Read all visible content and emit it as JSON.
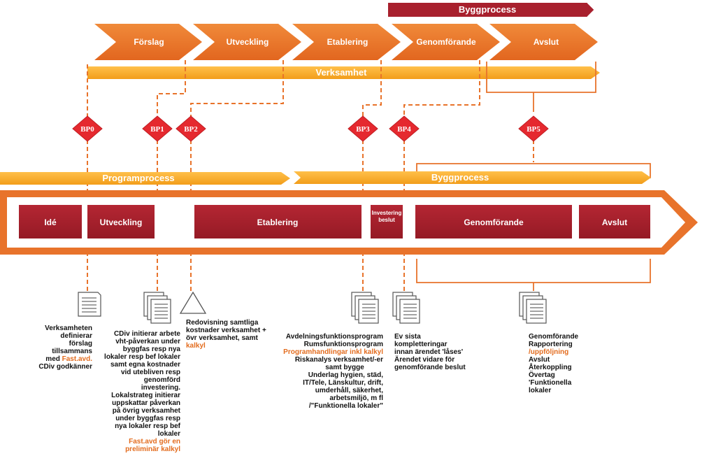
{
  "top_banner": {
    "label": "Byggprocess"
  },
  "phases": [
    "Förslag",
    "Utveckling",
    "Etablering",
    "Genomförande",
    "Avslut"
  ],
  "verksamhet_label": "Verksamhet",
  "decision_points": [
    "BP0",
    "BP1",
    "BP2",
    "BP3",
    "BP4",
    "BP5"
  ],
  "program_label": "Programprocess",
  "bygg_label": "Byggprocess",
  "main_boxes": [
    "Idé",
    "Utveckling",
    "Etablering",
    "Investering beslut",
    "Genomförande",
    "Avslut"
  ],
  "notes": {
    "n0": [
      "Verksamheten",
      "definierar",
      "förslag",
      "tillsammans",
      "med ",
      "Fast.avd.",
      "CDiv godkänner"
    ],
    "n1": [
      "CDiv initierar arbete",
      "vht-påverkan under",
      "byggfas resp nya",
      "lokaler resp bef lokaler",
      "samt egna kostnader",
      "vid utebliven resp",
      "genomförd",
      "investering.",
      "Lokalstrateg initierar",
      "uppskattar påverkan",
      "på övrig verksamhet",
      "under byggfas resp",
      "nya lokaler resp bef",
      "lokaler",
      "Fast.avd gör en",
      "preliminär kalkyl"
    ],
    "n2": [
      "Redovisning samtliga",
      "kostnader verksamhet +",
      "övr verksamhet, samt",
      "kalkyl"
    ],
    "n3": [
      "Avdelningsfunktionsprogram",
      "Rumsfunktionsprogram",
      "Programhandlingar inkl kalkyl",
      "Riskanalys verksamhet/-er",
      "samt bygge",
      "Underlag hygien, städ,",
      "IT/Tele, Länskultur, drift,",
      "umderhåll, säkerhet,",
      "arbetsmiljö, m fl",
      "/\"Funktionella lokaler\""
    ],
    "n4": [
      "Ev sista",
      "kompletteringar",
      "innan ärendet 'låses'",
      "Ärendet vidare för",
      "genomförande beslut"
    ],
    "n5": [
      "Genomförande",
      "Rapportering",
      "/uppföljning",
      "Avslut",
      "Återkoppling",
      "Övertag",
      "'Funktionella",
      "lokaler"
    ]
  },
  "colors": {
    "orange": "#e8732b",
    "yellow_orange": "#f5a623",
    "dark_red": "#a8202d",
    "diamond_red": "#e5292f",
    "highlight": "#e36c1e"
  },
  "icons": [
    "document-icon",
    "document-stack-icon",
    "triangle-icon"
  ]
}
